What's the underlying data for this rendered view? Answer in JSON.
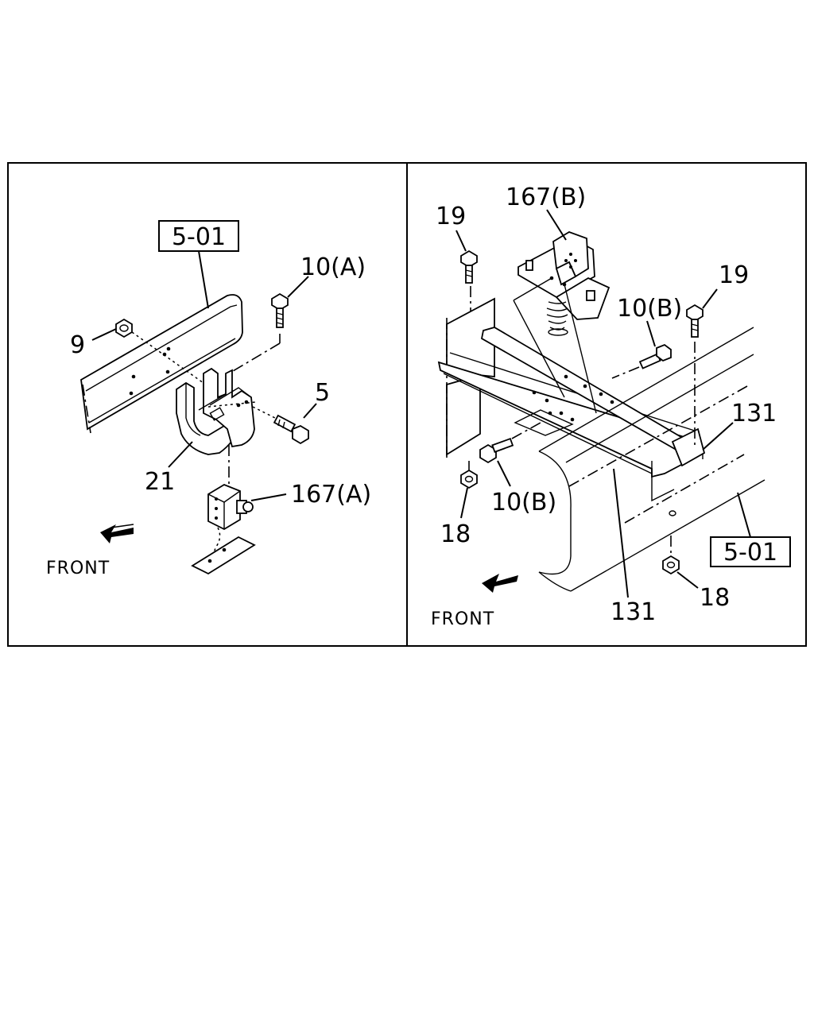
{
  "panels": {
    "left": {
      "labels": {
        "ref_box": "5-01",
        "bolt_10a": "10(A)",
        "nut_9": "9",
        "bolt_5": "5",
        "bracket_21": "21",
        "sensor_167a": "167(A)",
        "front": "FRONT"
      }
    },
    "right": {
      "labels": {
        "sensor_167b": "167(B)",
        "bolt_19_left": "19",
        "bolt_19_right": "19",
        "bolt_10b_top": "10(B)",
        "bolt_10b_bottom": "10(B)",
        "bracket_131_right": "131",
        "bracket_131_bottom": "131",
        "nut_18_left": "18",
        "nut_18_right": "18",
        "ref_box": "5-01",
        "front": "FRONT"
      }
    }
  }
}
